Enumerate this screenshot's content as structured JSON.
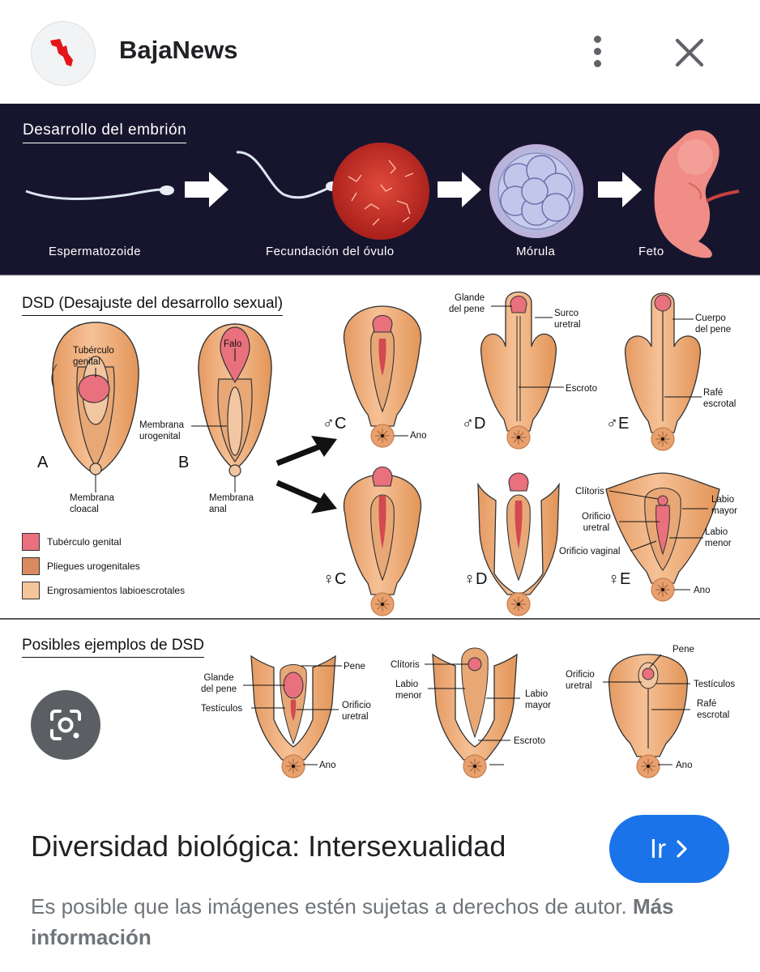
{
  "header": {
    "site_name": "BajaNews",
    "logo_icon": "baja-california-map-icon",
    "menu_icon": "more-vert-icon",
    "close_icon": "close-icon"
  },
  "figure": {
    "band": {
      "title": "Desarrollo del embrión",
      "stages": [
        "Espermatozoide",
        "Fecundación del óvulo",
        "Mórula",
        "Feto"
      ]
    },
    "dsd": {
      "title": "DSD (Desajuste del desarrollo sexual)",
      "labels": {
        "tuberculo_genital": "Tubérculo\ngenital",
        "membrana_cloacal": "Membrana\ncloacal",
        "falo": "Falo",
        "membrana_urogenital": "Membrana\nurogenital",
        "membrana_anal": "Membrana\nanal",
        "a": "A",
        "b": "B",
        "glande_del_pene": "Glande\ndel pene",
        "surco_uretral": "Surco\nuretral",
        "escroto": "Escroto",
        "ano": "Ano",
        "cuerpo_del_pene": "Cuerpo\ndel pene",
        "rafe_escrotal": "Rafé\nescrotal",
        "male_c": "♂C",
        "male_d": "♂D",
        "male_e": "♂E",
        "female_c": "♀C",
        "female_d": "♀D",
        "female_e": "♀E",
        "clitoris": "Clítoris",
        "labio_mayor": "Labio\nmayor",
        "orificio_uretral": "Orificio\nuretral",
        "labio_menor": "Labio\nmenor",
        "orificio_vaginal": "Orificio vaginal"
      },
      "legend": [
        {
          "label": "Tubérculo genital",
          "color": "#e9707d"
        },
        {
          "label": "Pliegues urogenitales",
          "color": "#d98b5f"
        },
        {
          "label": "Engrosamientos labioescrotales",
          "color": "#f6c49a"
        }
      ]
    },
    "examples": {
      "title": "Posibles ejemplos de DSD",
      "labels": {
        "pene": "Pene",
        "glande_del_pene": "Glande\ndel pene",
        "testiculos": "Testículos",
        "orificio_uretral": "Orificio\nuretral",
        "ano": "Ano",
        "clitoris": "Clítoris",
        "labio_menor": "Labio\nmenor",
        "labio_mayor": "Labio\nmayor",
        "escroto": "Escroto",
        "rafe_escrotal": "Rafé\nescrotal"
      }
    }
  },
  "lens_icon": "google-lens-icon",
  "card": {
    "title": "Diversidad biológica: Intersexualidad",
    "button_label": "Ir",
    "notice": "Es posible que las imágenes estén sujetas a derechos de autor.",
    "notice_link": "Más información"
  },
  "colors": {
    "skin": "#f0b07f",
    "skin_dark": "#c98856",
    "pink": "#e9707d",
    "band_bg": "#17152e",
    "button": "#1a73e8"
  }
}
